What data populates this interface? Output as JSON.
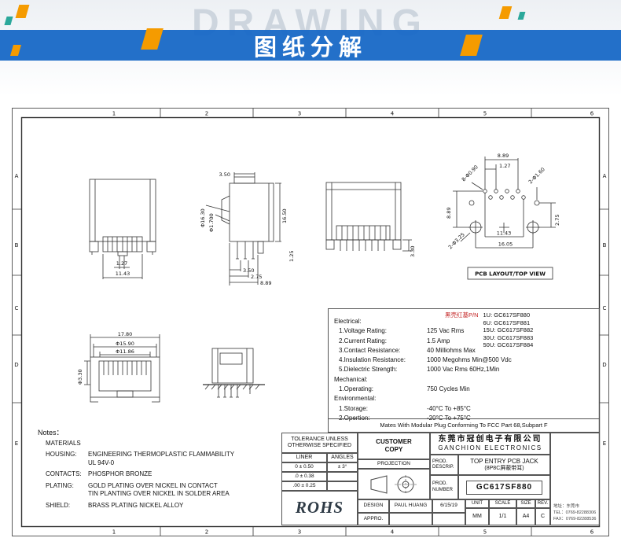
{
  "header": {
    "watermark": "DRAWING",
    "title": "图纸分解"
  },
  "grid": {
    "cols": [
      "1",
      "2",
      "3",
      "4",
      "5",
      "6"
    ],
    "rows": [
      "A",
      "B",
      "C",
      "D",
      "E"
    ]
  },
  "dims": {
    "front_pitch": "1.27",
    "front_width": "11.43",
    "side_top": "3.50",
    "side_dia1": "Φ16.30",
    "side_dia2": "Φ1.700",
    "side_height": "16.50",
    "side_leg": "1.25",
    "side_b1": "3.50",
    "side_b2": "2.75",
    "side_b3": "8.89",
    "front2_pin": "3.30",
    "pcb_t1": "8.89",
    "pcb_t2": "1.27",
    "pcb_hole_small": "8-Φ0.90",
    "pcb_hole_side": "2-Φ1.60",
    "pcb_hole_big": "2-Φ3.25",
    "pcb_left": "8.89",
    "pcb_right": "2.75",
    "pcb_b1": "11.43",
    "pcb_b2": "16.05",
    "pcb_caption": "PCB LAYOUT/TOP VIEW",
    "bf_w1": "17.80",
    "bf_w2": "Φ15.90",
    "bf_w3": "Φ11.86",
    "bf_h": "Φ3.30"
  },
  "pn": {
    "label": "黑壳红基P/N",
    "items": [
      "1U: GC617SF880",
      "6U: GC617SF881",
      "15U: GC617SF882",
      "30U: GC617SF883",
      "50U: GC617SF884"
    ]
  },
  "specs": {
    "electrical_title": "Electrical:",
    "electrical": [
      {
        "label": "1.Voltage Rating:",
        "value": "125 Vac Rms"
      },
      {
        "label": "2.Current Rating:",
        "value": "1.5 Amp"
      },
      {
        "label": "3.Contact Resistance:",
        "value": "40 Milliohms Max"
      },
      {
        "label": "4.Insulation Resistance:",
        "value": "1000 Megohms Min@500 Vdc"
      },
      {
        "label": "5.Dielectric Strength:",
        "value": "1000 Vac Rms 60Hz,1Min"
      }
    ],
    "mechanical_title": "Mechanical:",
    "mechanical": [
      {
        "label": "1.Operating:",
        "value": "750 Cycles Min"
      }
    ],
    "environmental_title": "Environmental:",
    "environmental": [
      {
        "label": "1.Storage:",
        "value": "-40°C To +85°C"
      },
      {
        "label": "2.Opertion:",
        "value": "-20°C To +75°C"
      }
    ],
    "mates": "Mates With Modular Plug Conforming To FCC Part 68,Subpart F"
  },
  "notes": {
    "title": "Notes：",
    "materials": "MATERIALS",
    "rows": [
      {
        "label": "HOUSING:",
        "value": "ENGINEERING THERMOPLASTIC FLAMMABILITY",
        "value2": "UL 94V-0"
      },
      {
        "label": "CONTACTS:",
        "value": "PHOSPHOR BRONZE",
        "value2": ""
      },
      {
        "label": "PLATING:",
        "value": "GOLD PLATING OVER NICKEL IN CONTACT",
        "value2": "TIN PLANTING OVER NICKEL IN SOLDER AREA"
      },
      {
        "label": "SHIELD:",
        "value": "BRASS PLATING NICKEL ALLOY",
        "value2": ""
      }
    ]
  },
  "titleblock": {
    "tolerance_line1": "TOLERANCE UNLESS",
    "tolerance_line2": "OTHERWISE SPECIFIED",
    "liner": "LINER",
    "angles": "ANGLES",
    "tol_r1_l": "0  ±  0.50",
    "tol_r1_a": "± 3°",
    "tol_r2_l": ".0  ±  0.38",
    "tol_r2_a": "",
    "tol_r3_l": ".00 ±  0.25",
    "tol_r3_a": "",
    "customer_line1": "CUSTOMER",
    "customer_line2": "COPY",
    "projection": "PROJECTION",
    "company_cn": "东莞市冠创电子有限公司",
    "company_en": "GANCHION ELECTRONICS",
    "prod1_label1": "PROD.",
    "prod1_label2": "DESCRIP.",
    "descrip_value": "TOP ENTRY PCB JACK",
    "descrip_value2": "(8P8C屏蔽带耳)",
    "prod2_label1": "PROD.",
    "prod2_label2": "NUMBER",
    "number_value": "GC617SF880",
    "design_label": "DESIGN",
    "appro_label": "APPRO.",
    "designer": "PAUL HUANG",
    "date": "6/15/19",
    "unit_label": "UNIT",
    "unit_value": "MM",
    "scale_label": "SCALE",
    "scale_value": "1/1",
    "size_label": "SIZE",
    "size_value": "A4",
    "rev_label": "REV.",
    "rev_value": "C",
    "rohs": "ROHS",
    "contact1": "地址：东莞市",
    "contact2": "TEL：0769-82288306",
    "contact3": "FAX：0769-82288536"
  }
}
